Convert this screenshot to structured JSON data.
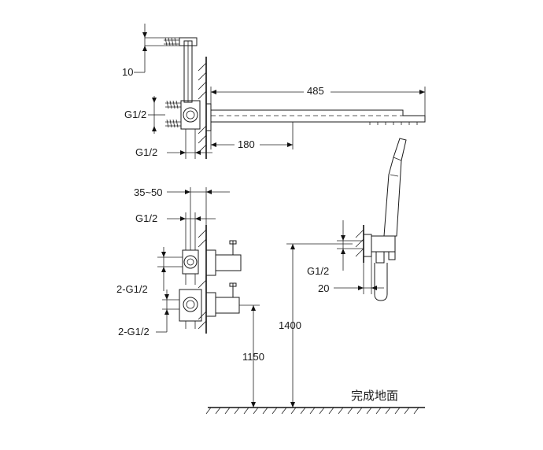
{
  "labels": {
    "dim_10": "10",
    "dim_g12_top": "G1/2",
    "dim_g12_top2": "G1/2",
    "dim_485": "485",
    "dim_180": "180",
    "dim_35_50": "35~50",
    "dim_g12_mid": "G1/2",
    "dim_2g12_a": "2-G1/2",
    "dim_2g12_b": "2-G1/2",
    "dim_1150": "1150",
    "dim_1400": "1400",
    "dim_g12_right": "G1/2",
    "dim_20": "20",
    "floor_label": "完成地面"
  }
}
